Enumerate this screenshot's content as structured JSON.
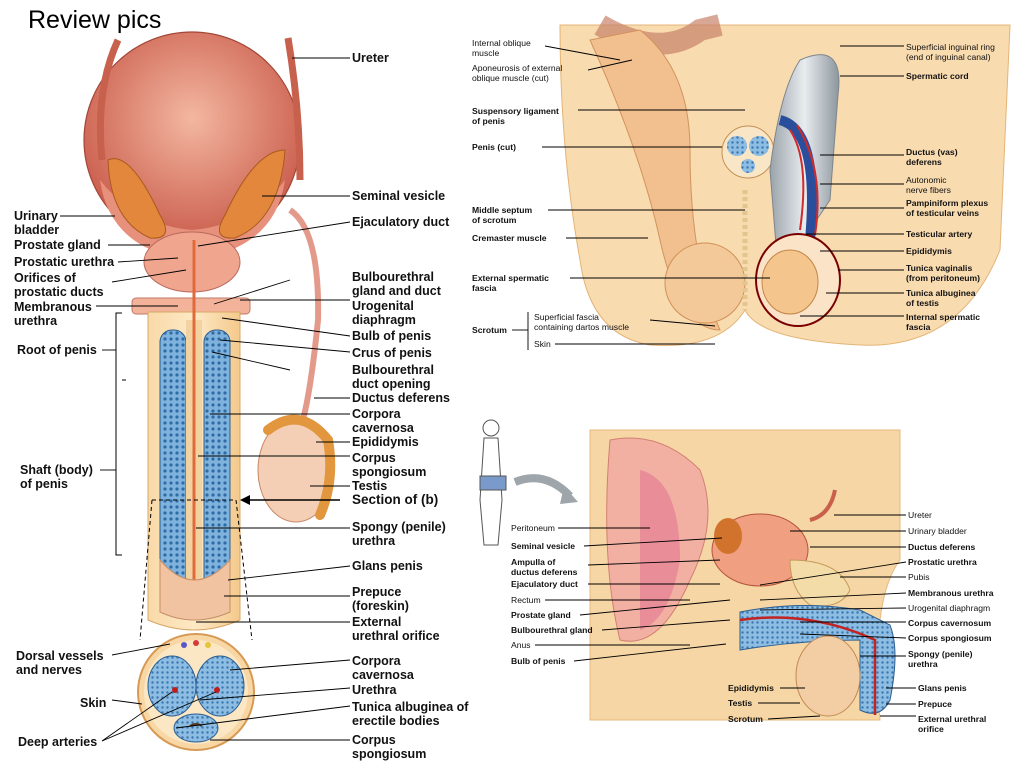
{
  "slide": {
    "title": "Review pics"
  },
  "panel_a": {
    "labels": {
      "ureter": "Ureter",
      "urinary_bladder": "Urinary\nbladder",
      "prostate_gland": "Prostate gland",
      "prostatic_urethra": "Prostatic urethra",
      "orifices_prostatic_ducts": "Orifices of\nprostatic ducts",
      "membranous_urethra": "Membranous\nurethra",
      "root_of_penis": "Root of penis",
      "shaft_of_penis": "Shaft (body)\nof penis",
      "seminal_vesicle": "Seminal vesicle",
      "ejaculatory_duct": "Ejaculatory duct",
      "bulbourethral_gland": "Bulbourethral\ngland and duct",
      "urogenital_diaphragm": "Urogenital\ndiaphragm",
      "bulb_of_penis": "Bulb of penis",
      "crus_of_penis": "Crus of penis",
      "bulbourethral_duct_opening": "Bulbourethral\nduct opening",
      "ductus_deferens": "Ductus deferens",
      "corpora_cavernosa": "Corpora\ncavernosa",
      "epididymis": "Epididymis",
      "corpus_spongiosum": "Corpus\nspongiosum",
      "testis": "Testis",
      "section_of_b": "Section of (b)",
      "spongy_urethra": "Spongy (penile)\nurethra",
      "glans_penis": "Glans penis",
      "prepuce": "Prepuce\n(foreskin)",
      "external_urethral_orifice": "External\nurethral orifice",
      "dorsal_vessels": "Dorsal vessels\nand nerves",
      "skin": "Skin",
      "deep_arteries": "Deep arteries",
      "corpora_cavernosa_xs": "Corpora\ncavernosa",
      "urethra_xs": "Urethra",
      "tunica_albuginea": "Tunica albuginea of\nerectile bodies",
      "corpus_spongiosum_xs": "Corpus\nspongiosum"
    }
  },
  "panel_b": {
    "labels": {
      "internal_oblique": "Internal oblique\nmuscle",
      "aponeurosis": "Aponeurosis of external\noblique muscle (cut)",
      "suspensory_ligament": "Suspensory ligament\nof penis",
      "penis_cut": "Penis (cut)",
      "middle_septum": "Middle septum\nof scrotum",
      "cremaster": "Cremaster muscle",
      "external_spermatic_fascia": "External spermatic\nfascia",
      "scrotum": "Scrotum",
      "superficial_fascia": "Superficial fascia\ncontaining dartos muscle",
      "skin": "Skin",
      "superficial_inguinal_ring": "Superficial inguinal ring\n(end of inguinal canal)",
      "spermatic_cord": "Spermatic cord",
      "ductus_deferens": "Ductus (vas)\ndeferens",
      "autonomic_nerve": "Autonomic\nnerve fibers",
      "pampiniform": "Pampiniform plexus\nof testicular veins",
      "testicular_artery": "Testicular artery",
      "epididymis": "Epididymis",
      "tunica_vaginalis": "Tunica vaginalis\n(from peritoneum)",
      "tunica_albuginea": "Tunica albuginea\nof testis",
      "internal_spermatic_fascia": "Internal spermatic\nfascia"
    }
  },
  "panel_c": {
    "labels": {
      "peritoneum": "Peritoneum",
      "seminal_vesicle": "Seminal vesicle",
      "ampulla": "Ampulla of\nductus deferens",
      "ejaculatory_duct": "Ejaculatory duct",
      "rectum": "Rectum",
      "prostate_gland": "Prostate gland",
      "bulbourethral_gland": "Bulbourethral gland",
      "anus": "Anus",
      "bulb_of_penis": "Bulb of penis",
      "epididymis": "Epididymis",
      "testis": "Testis",
      "scrotum": "Scrotum",
      "ureter": "Ureter",
      "urinary_bladder": "Urinary bladder",
      "ductus_deferens": "Ductus deferens",
      "prostatic_urethra": "Prostatic urethra",
      "pubis": "Pubis",
      "membranous_urethra": "Membranous urethra",
      "urogenital_diaphragm": "Urogenital diaphragm",
      "corpus_cavernosum": "Corpus cavernosum",
      "corpus_spongiosum": "Corpus spongiosum",
      "spongy_urethra": "Spongy (penile)\nurethra",
      "glans_penis": "Glans penis",
      "prepuce": "Prepuce",
      "external_urethral_orifice": "External urethral\norifice"
    }
  }
}
